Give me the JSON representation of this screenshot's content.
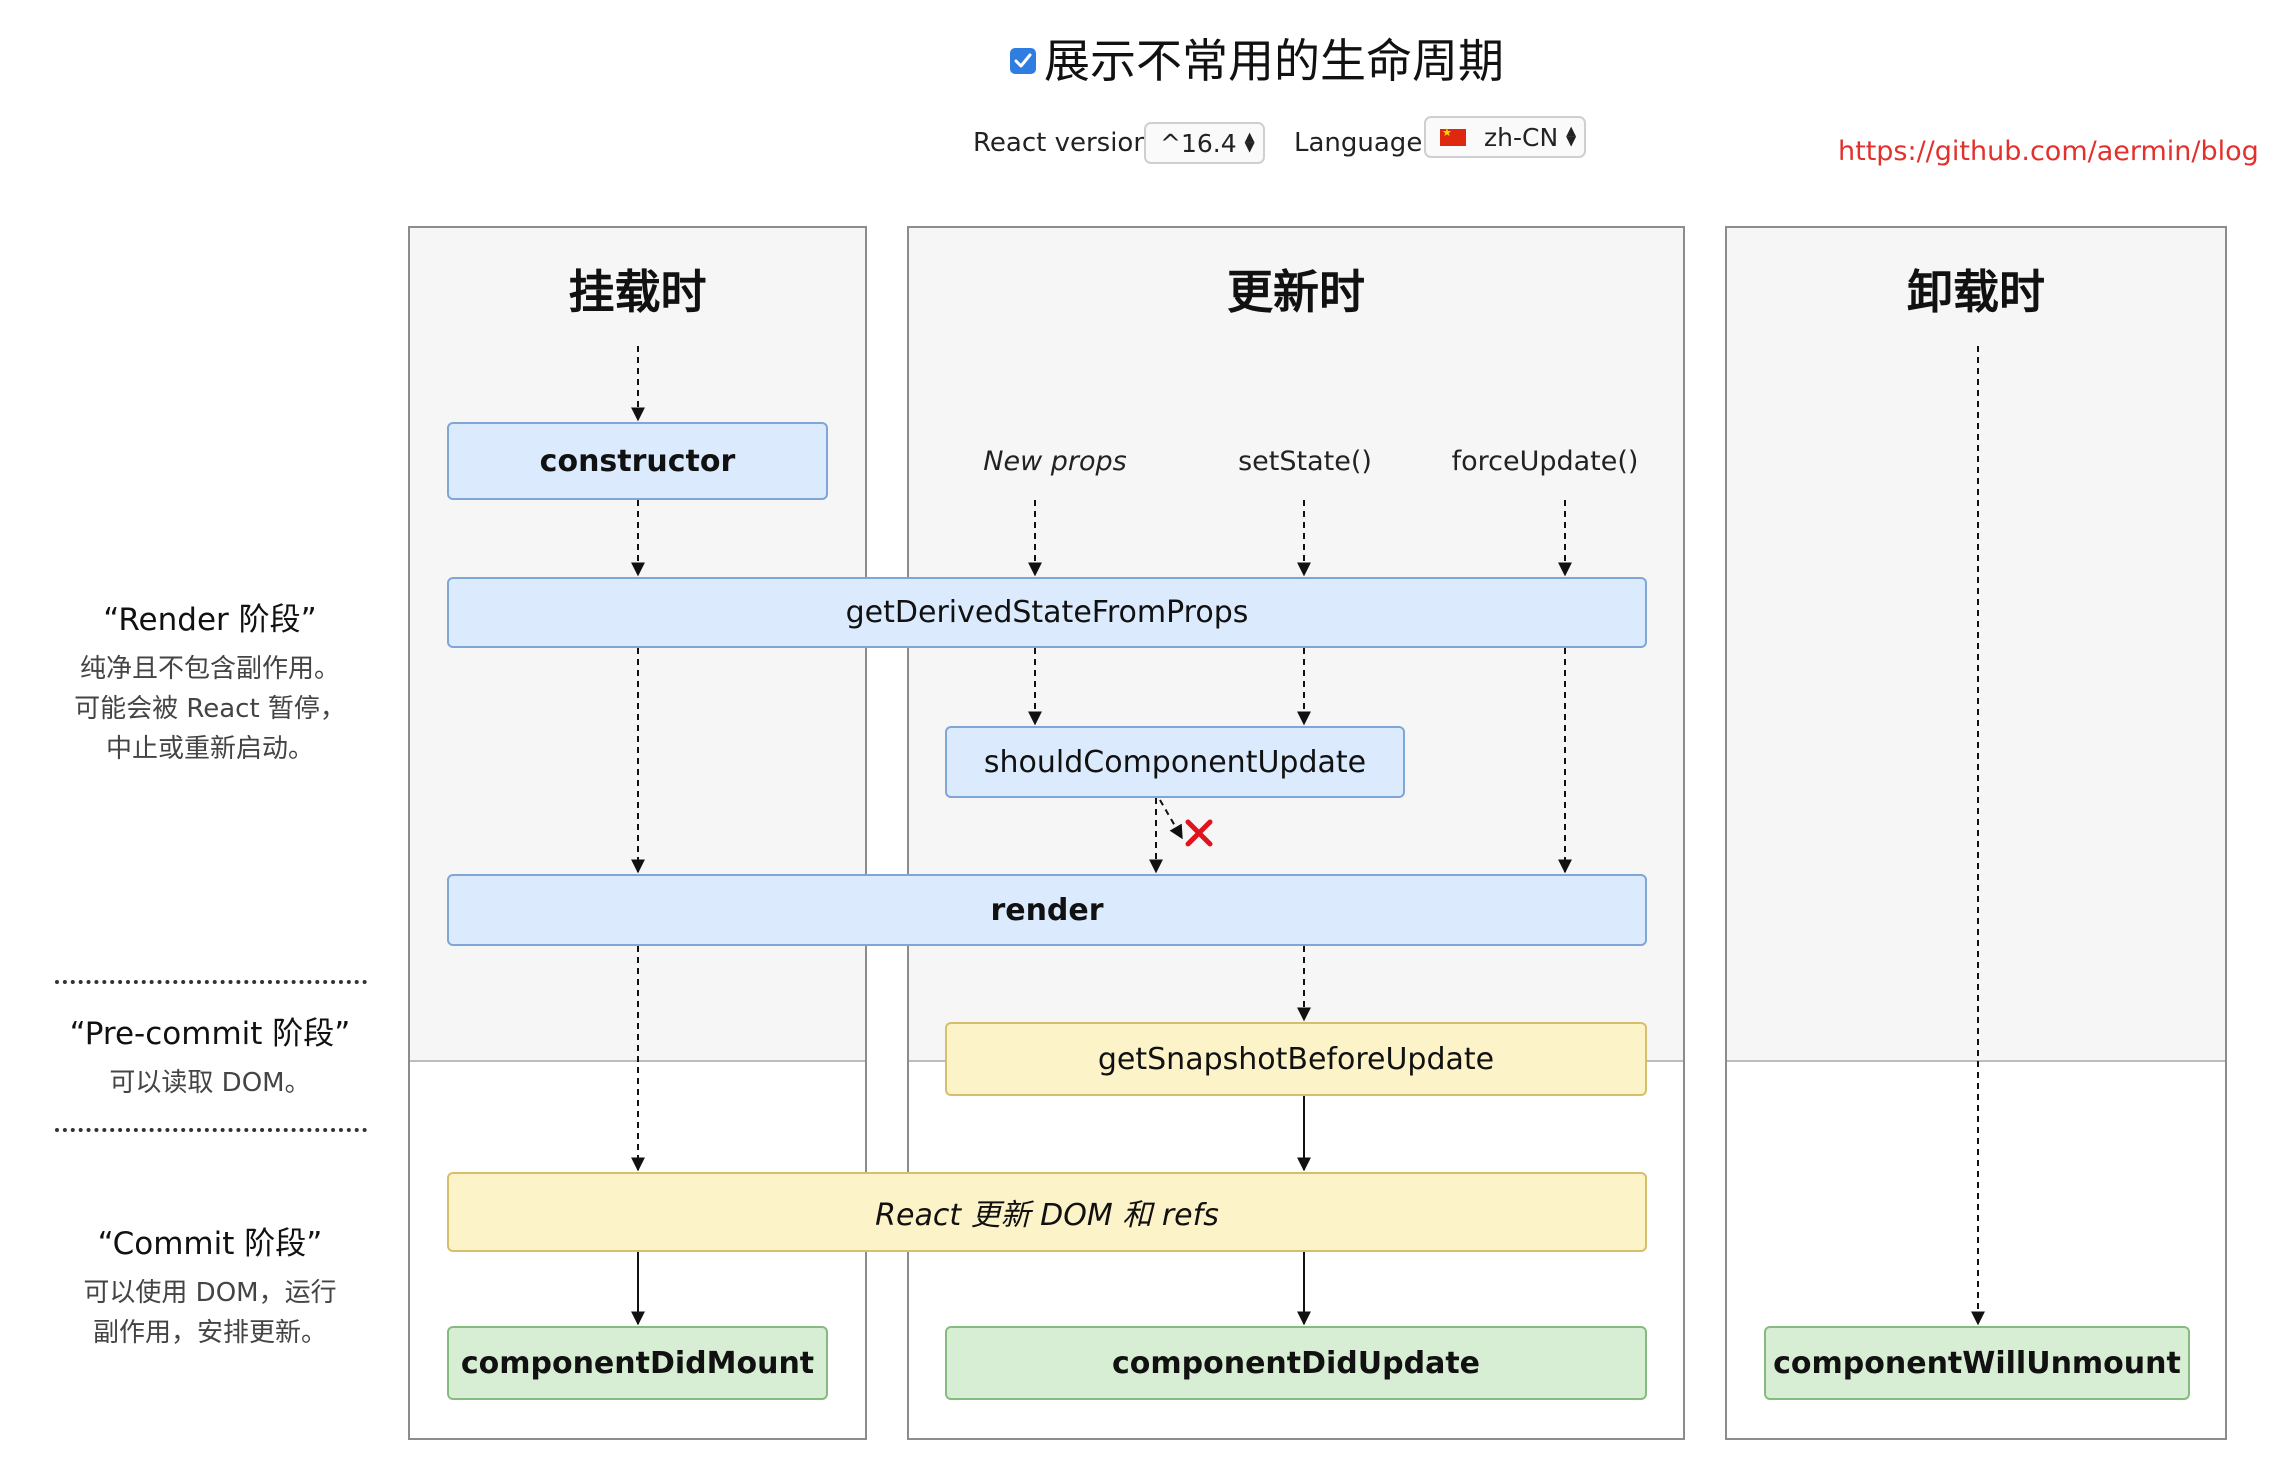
{
  "header": {
    "show_uncommon_checked": true,
    "title": "展示不常用的生命周期",
    "react_version_label": "React version",
    "react_version_value": "^16.4",
    "language_label": "Language",
    "language_value": "zh-CN",
    "link": "https://github.com/aermin/blog"
  },
  "columns": {
    "mount": "挂载时",
    "update": "更新时",
    "unmount": "卸载时"
  },
  "triggers": {
    "new_props": "New props",
    "set_state": "setState()",
    "force_update": "forceUpdate()"
  },
  "methods": {
    "constructor": "constructor",
    "get_derived_state": "getDerivedStateFromProps",
    "should_component_update": "shouldComponentUpdate",
    "render": "render",
    "get_snapshot": "getSnapshotBeforeUpdate",
    "react_update_dom": "React 更新 DOM 和 refs",
    "did_mount": "componentDidMount",
    "did_update": "componentDidUpdate",
    "will_unmount": "componentWillUnmount"
  },
  "phases": {
    "render": {
      "name": "“Render 阶段”",
      "lines": [
        "纯净且不包含副作用。",
        "可能会被 React 暂停，",
        "中止或重新启动。"
      ]
    },
    "precommit": {
      "name": "“Pre-commit 阶段”",
      "lines": [
        "可以读取 DOM。"
      ]
    },
    "commit": {
      "name": "“Commit 阶段”",
      "lines": [
        "可以使用 DOM，运行",
        "副作用，安排更新。"
      ]
    }
  },
  "icons": {
    "checkbox": "check-icon",
    "select_arrows": "updown-chevron-icon",
    "flag": "china-flag-icon",
    "cancel": "red-x-icon"
  },
  "colors": {
    "accent_checkbox": "#2f7de1",
    "link": "#e2312c",
    "render_box": "#dbeafd",
    "precommit_box": "#fdf3c8",
    "commit_box": "#d8eed4",
    "cancel_x": "#e0141e"
  }
}
